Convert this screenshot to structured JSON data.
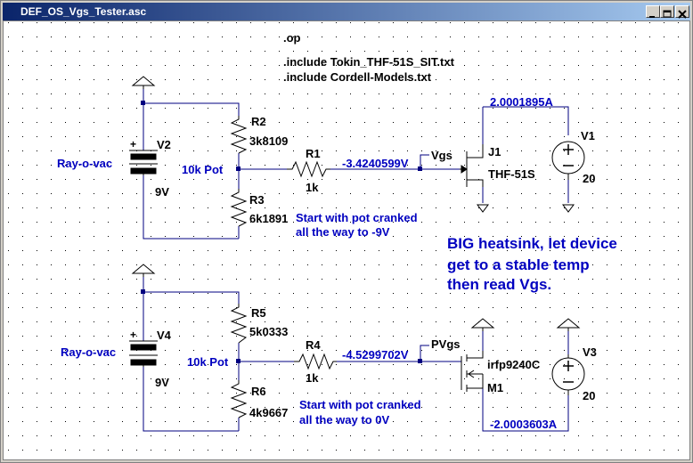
{
  "window": {
    "title": "DEF_OS_Vgs_Tester.asc"
  },
  "directives": {
    "op": ".op",
    "include1": ".include Tokin_THF-51S_SIT.txt",
    "include2": ".include Cordell-Models.txt"
  },
  "top": {
    "battery": {
      "name": "V2",
      "value": "9V",
      "label": "Ray-o-vac"
    },
    "r2": {
      "name": "R2",
      "value": "3k8109"
    },
    "r3": {
      "name": "R3",
      "value": "6k1891"
    },
    "pot_label": "10k Pot",
    "r1": {
      "name": "R1",
      "value": "1k"
    },
    "node_voltage": "-3.4240599V",
    "net_label": "Vgs",
    "current": "2.0001895A",
    "jfet": {
      "name": "J1",
      "model": "THF-51S"
    },
    "supply": {
      "name": "V1",
      "value": "20"
    },
    "note1": "Start with pot cranked",
    "note2": "all the way to -9V"
  },
  "bottom": {
    "battery": {
      "name": "V4",
      "value": "9V",
      "label": "Ray-o-vac"
    },
    "r5": {
      "name": "R5",
      "value": "5k0333"
    },
    "r6": {
      "name": "R6",
      "value": "4k9667"
    },
    "pot_label": "10k Pot",
    "r4": {
      "name": "R4",
      "value": "1k"
    },
    "node_voltage": "-4.5299702V",
    "net_label": "PVgs",
    "mosfet": {
      "name": "M1",
      "model": "irfp9240C"
    },
    "supply": {
      "name": "V3",
      "value": "20"
    },
    "current": "-2.0003603A",
    "note1": "Start with pot cranked",
    "note2": "all the way to 0V"
  },
  "heatsink_note": {
    "line1": "BIG heatsink, let device",
    "line2": "get to a stable temp",
    "line3": "then read Vgs."
  },
  "colors": {
    "wire": "#000080",
    "label": "#0000c0",
    "grid": "#000000",
    "component": "#000000"
  }
}
